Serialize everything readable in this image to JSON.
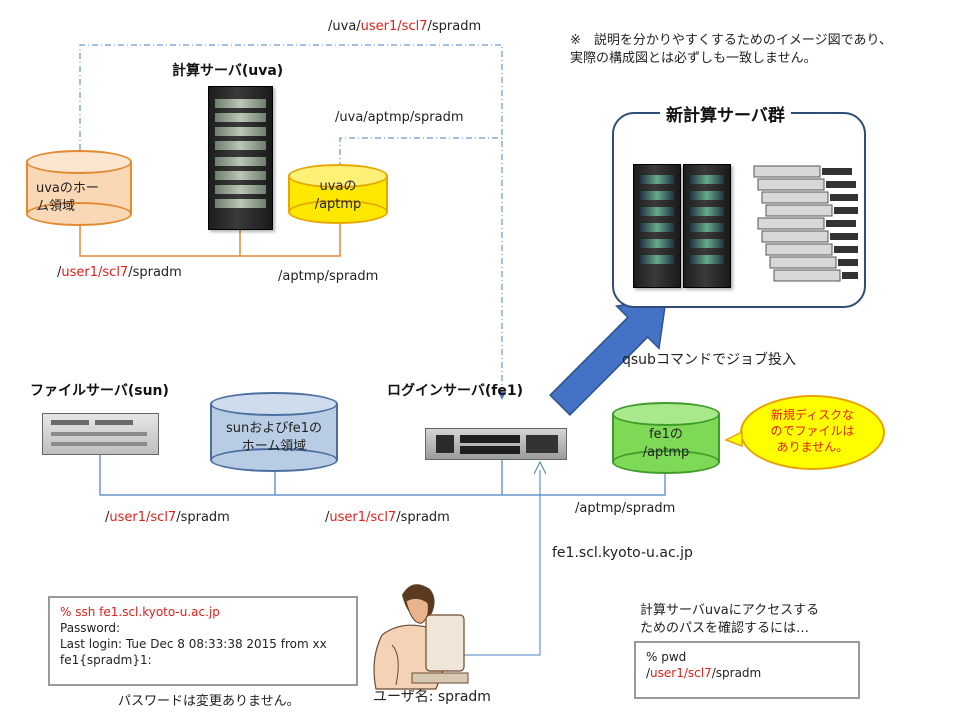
{
  "note": {
    "line1": "※　説明を分かりやすくするためのイメージ図であり、",
    "line2": "実際の構成図とは必ずしも一致しません。"
  },
  "uva": {
    "title": "計算サーバ(uva)",
    "path_top": {
      "p1": "/uva/",
      "p2": "user1/scl7",
      "p3": "/spradm"
    },
    "path_aptmp": "/uva/aptmp/spradm",
    "home_disk": "uvaのホー\nム領域",
    "aptmp_disk": "uvaの\n/aptmp",
    "path_home": {
      "p1": "/",
      "p2": "user1/scl7",
      "p3": "/spradm"
    },
    "path_aptmp_bottom": "/aptmp/spradm"
  },
  "new_servers": {
    "title": "新計算サーバ群",
    "qsub": "qsubコマンドでジョブ投入"
  },
  "file_server": {
    "title": "ファイルサーバ(sun)",
    "disk": "sunおよびfe1の\nホーム領域",
    "path1": {
      "p1": "/",
      "p2": "user1/scl7",
      "p3": "/spradm"
    },
    "path2": {
      "p1": "/",
      "p2": "user1/scl7",
      "p3": "/spradm"
    }
  },
  "login_server": {
    "title": "ログインサーバ(fe1)",
    "disk": "fe1の\n/aptmp",
    "path_aptmp": "/aptmp/spradm",
    "host": "fe1.scl.kyoto-u.ac.jp"
  },
  "bubble": "新規ディスクな\nのでファイルは\nありません。",
  "terminal": {
    "cmd": "% ssh fe1.scl.kyoto-u.ac.jp",
    "l2": "Password:",
    "l3": "Last login: Tue Dec  8 08:33:38 2015 from xx",
    "l4": "fe1{spradm}1:",
    "caption": "パスワードは変更ありません。"
  },
  "user": {
    "label": "ユーザ名: spradm"
  },
  "pwd": {
    "caption1": "計算サーバuvaにアクセスする",
    "caption2": "ためのパスを確認するには…",
    "cmd": "% pwd",
    "out": {
      "p1": "/",
      "p2": "user1/scl7",
      "p3": "/spradm"
    }
  },
  "colors": {
    "accent_red": "#e0201b",
    "frame_blue": "#2f4d7a",
    "line_blue": "#4a7fc1",
    "line_orange": "#e28a33",
    "arrow_blue": "#4472c4"
  }
}
